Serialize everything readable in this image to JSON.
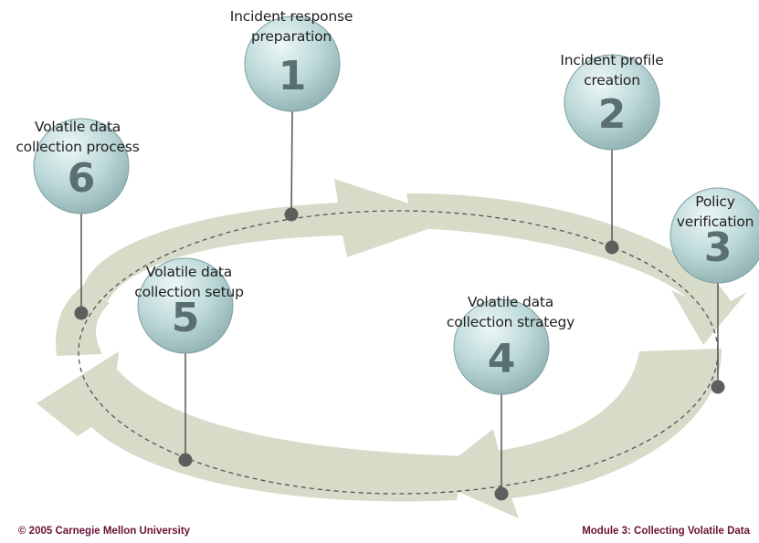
{
  "steps": [
    {
      "number": "1",
      "label_lines": [
        "Incident response",
        "preparation"
      ]
    },
    {
      "number": "2",
      "label_lines": [
        "Incident profile",
        "creation"
      ]
    },
    {
      "number": "3",
      "label_lines": [
        "Policy",
        "verification"
      ]
    },
    {
      "number": "4",
      "label_lines": [
        "Volatile data",
        "collection strategy"
      ]
    },
    {
      "number": "5",
      "label_lines": [
        "Volatile data",
        "collection setup"
      ]
    },
    {
      "number": "6",
      "label_lines": [
        "Volatile data",
        "collection process"
      ]
    }
  ],
  "footer": {
    "copyright": "© 2005 Carnegie Mellon University",
    "module": "Module 3: Collecting Volatile Data"
  },
  "colors": {
    "arrow_fill": "#d6dcc8",
    "bubble_light": "#e4f1f1",
    "bubble_mid": "#b8d4d4",
    "bubble_dark": "#8fb0b1",
    "pin": "#5e5e5e",
    "number": "#5a6f70",
    "footer_text": "#6b1236"
  }
}
